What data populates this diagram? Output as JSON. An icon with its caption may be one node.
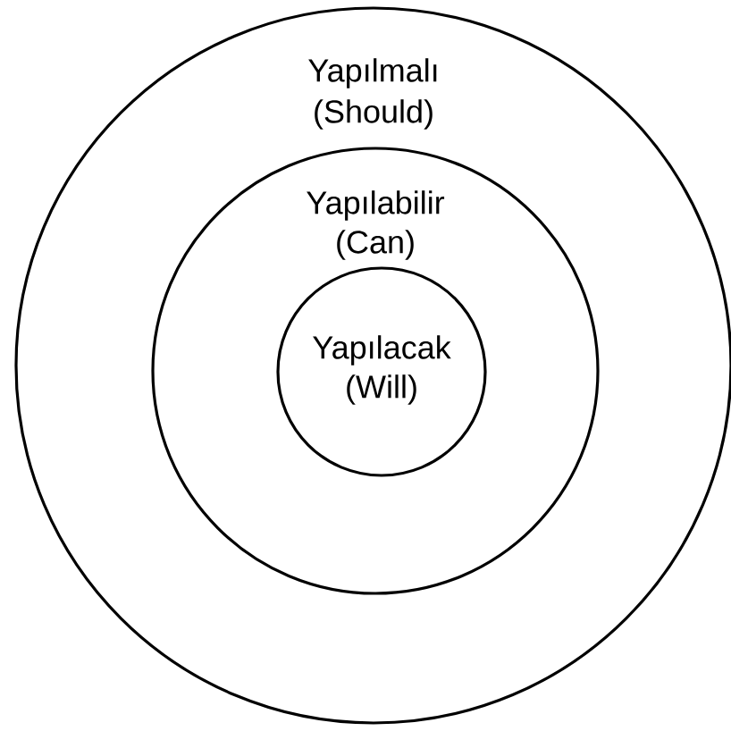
{
  "diagram": {
    "nodes": [
      {
        "text": [
          "Yapılmalı",
          "(Should)"
        ]
      },
      {
        "text": [
          "Yapılabilir",
          "(Can)"
        ],
        "in": 0
      },
      {
        "text": [
          "Yapılacak",
          "(Will)"
        ],
        "in": 1
      }
    ]
  }
}
